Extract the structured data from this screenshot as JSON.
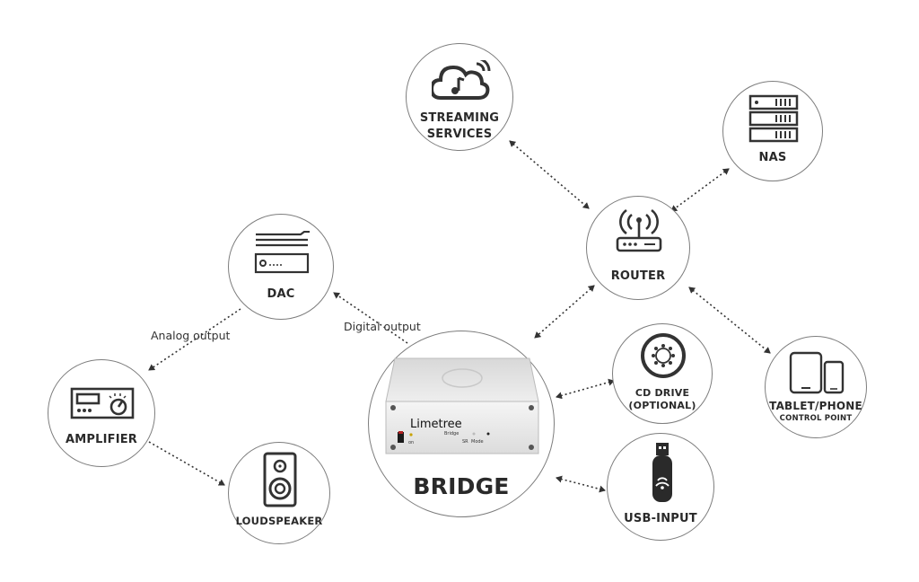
{
  "nodes": {
    "streaming": {
      "line1": "STREAMING",
      "line2": "SERVICES"
    },
    "nas": {
      "label": "NAS"
    },
    "router": {
      "label": "ROUTER"
    },
    "dac": {
      "label": "DAC"
    },
    "amplifier": {
      "label": "AMPLIFIER"
    },
    "loudspeaker": {
      "label": "LOUDSPEAKER"
    },
    "bridge": {
      "label": "BRIDGE",
      "device_brand": "Limetree",
      "device_model": "Bridge",
      "led_label": "on",
      "sr_label": "SR",
      "mode_label": "Mode"
    },
    "cd_drive": {
      "line1": "CD DRIVE",
      "line2": "(OPTIONAL)"
    },
    "usb_input": {
      "label": "USB-INPUT"
    },
    "tablet": {
      "line1": "TABLET/PHONE",
      "line2": "CONTROL POINT"
    }
  },
  "edge_labels": {
    "analog": "Analog output",
    "digital": "Digital output"
  },
  "colors": {
    "line": "#333333",
    "circle_border": "#7d7d7d",
    "icon": "#333333"
  }
}
